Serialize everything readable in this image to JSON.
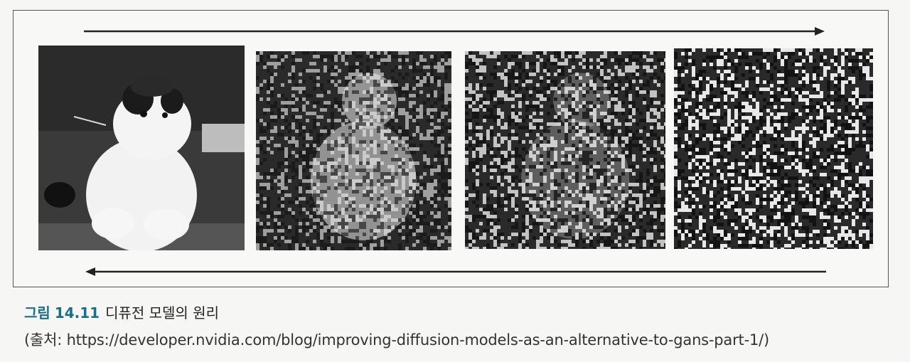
{
  "caption": {
    "label": "그림",
    "number": "14.11",
    "text": "디퓨전 모델의 원리"
  },
  "source": "(출처: https://developer.nvidia.com/blog/improving-diffusion-models-as-an-alternative-to-gans-part-1/)",
  "panels": [
    {
      "noise_level": 0.0
    },
    {
      "noise_level": 0.4
    },
    {
      "noise_level": 0.7
    },
    {
      "noise_level": 1.0
    }
  ],
  "colors": {
    "caption_accent": "#1a6f86",
    "arrow": "#222222"
  }
}
